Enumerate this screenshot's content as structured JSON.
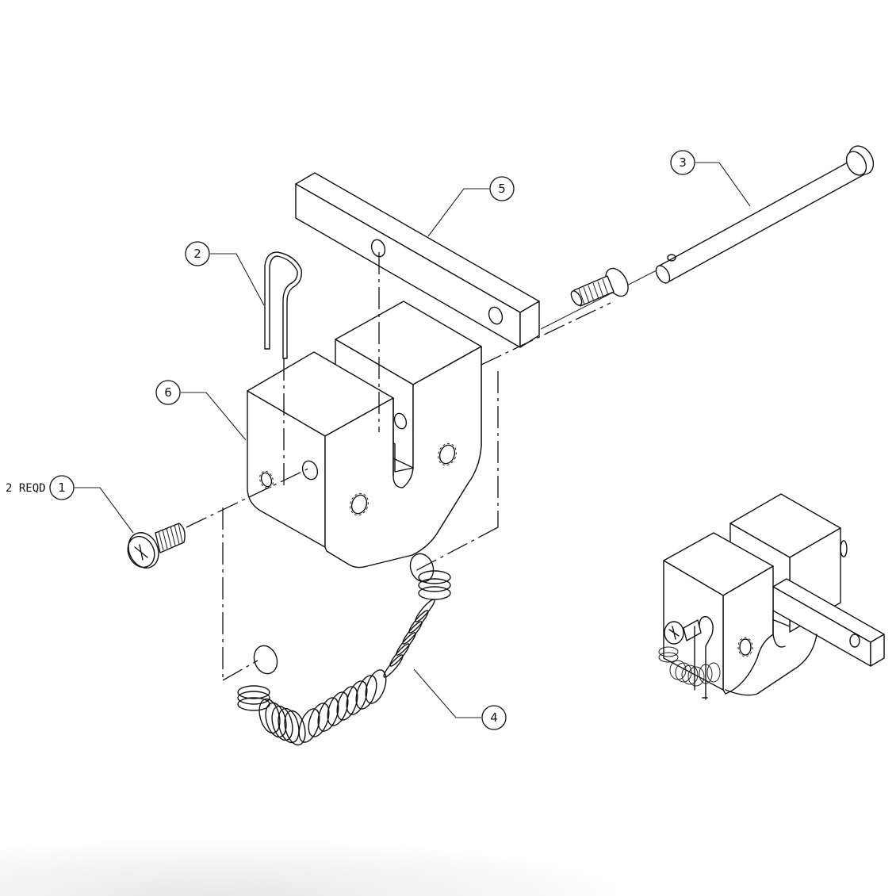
{
  "diagram": {
    "type": "exploded-assembly-drawing",
    "callouts": [
      {
        "id": "1",
        "label": "1",
        "note": "2 REQD",
        "part": "screw"
      },
      {
        "id": "2",
        "label": "2",
        "part": "cotter-pin"
      },
      {
        "id": "3",
        "label": "3",
        "part": "clevis-pin"
      },
      {
        "id": "4",
        "label": "4",
        "part": "spring"
      },
      {
        "id": "5",
        "label": "5",
        "part": "arm-bar"
      },
      {
        "id": "6",
        "label": "6",
        "part": "u-bracket-block"
      }
    ],
    "views": [
      {
        "name": "exploded-view"
      },
      {
        "name": "assembled-view"
      }
    ],
    "colors": {
      "line": "#111111",
      "background": "#ffffff"
    }
  }
}
